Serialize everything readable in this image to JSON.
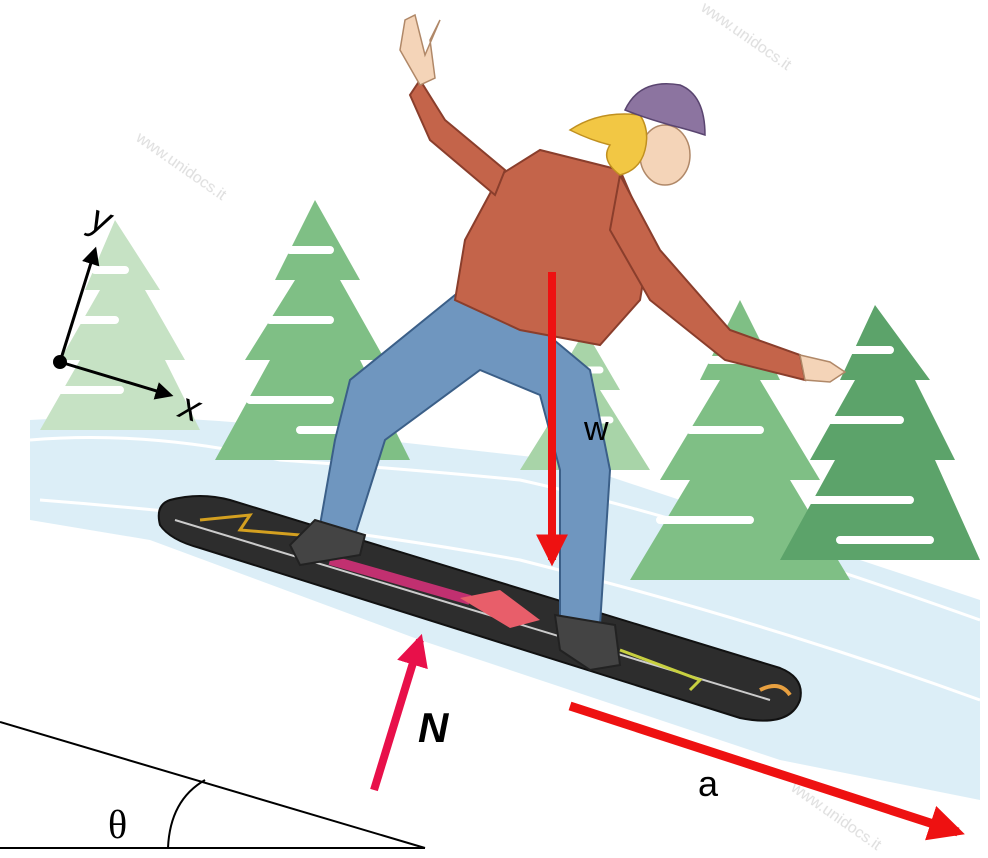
{
  "labels": {
    "weight": "w",
    "normal": "N",
    "acceleration": "a",
    "angle": "θ",
    "axis_x": "x",
    "axis_y": "y"
  },
  "watermark": "www.unidocs.it",
  "colors": {
    "weight_arrow": "#ee1111",
    "normal_arrow": "#e8104a",
    "acceleration_arrow": "#ee1111",
    "axes": "#000000",
    "tree_light": "#c6e2c4",
    "tree_mid": "#7fbf85",
    "tree_dark": "#5ca36a",
    "snow_slope": "#dceef7",
    "sweater": "#c4644a",
    "jeans": "#6f96bf",
    "beanie": "#8c74a0",
    "hair": "#f2c744",
    "board": "#2d2d2d"
  }
}
